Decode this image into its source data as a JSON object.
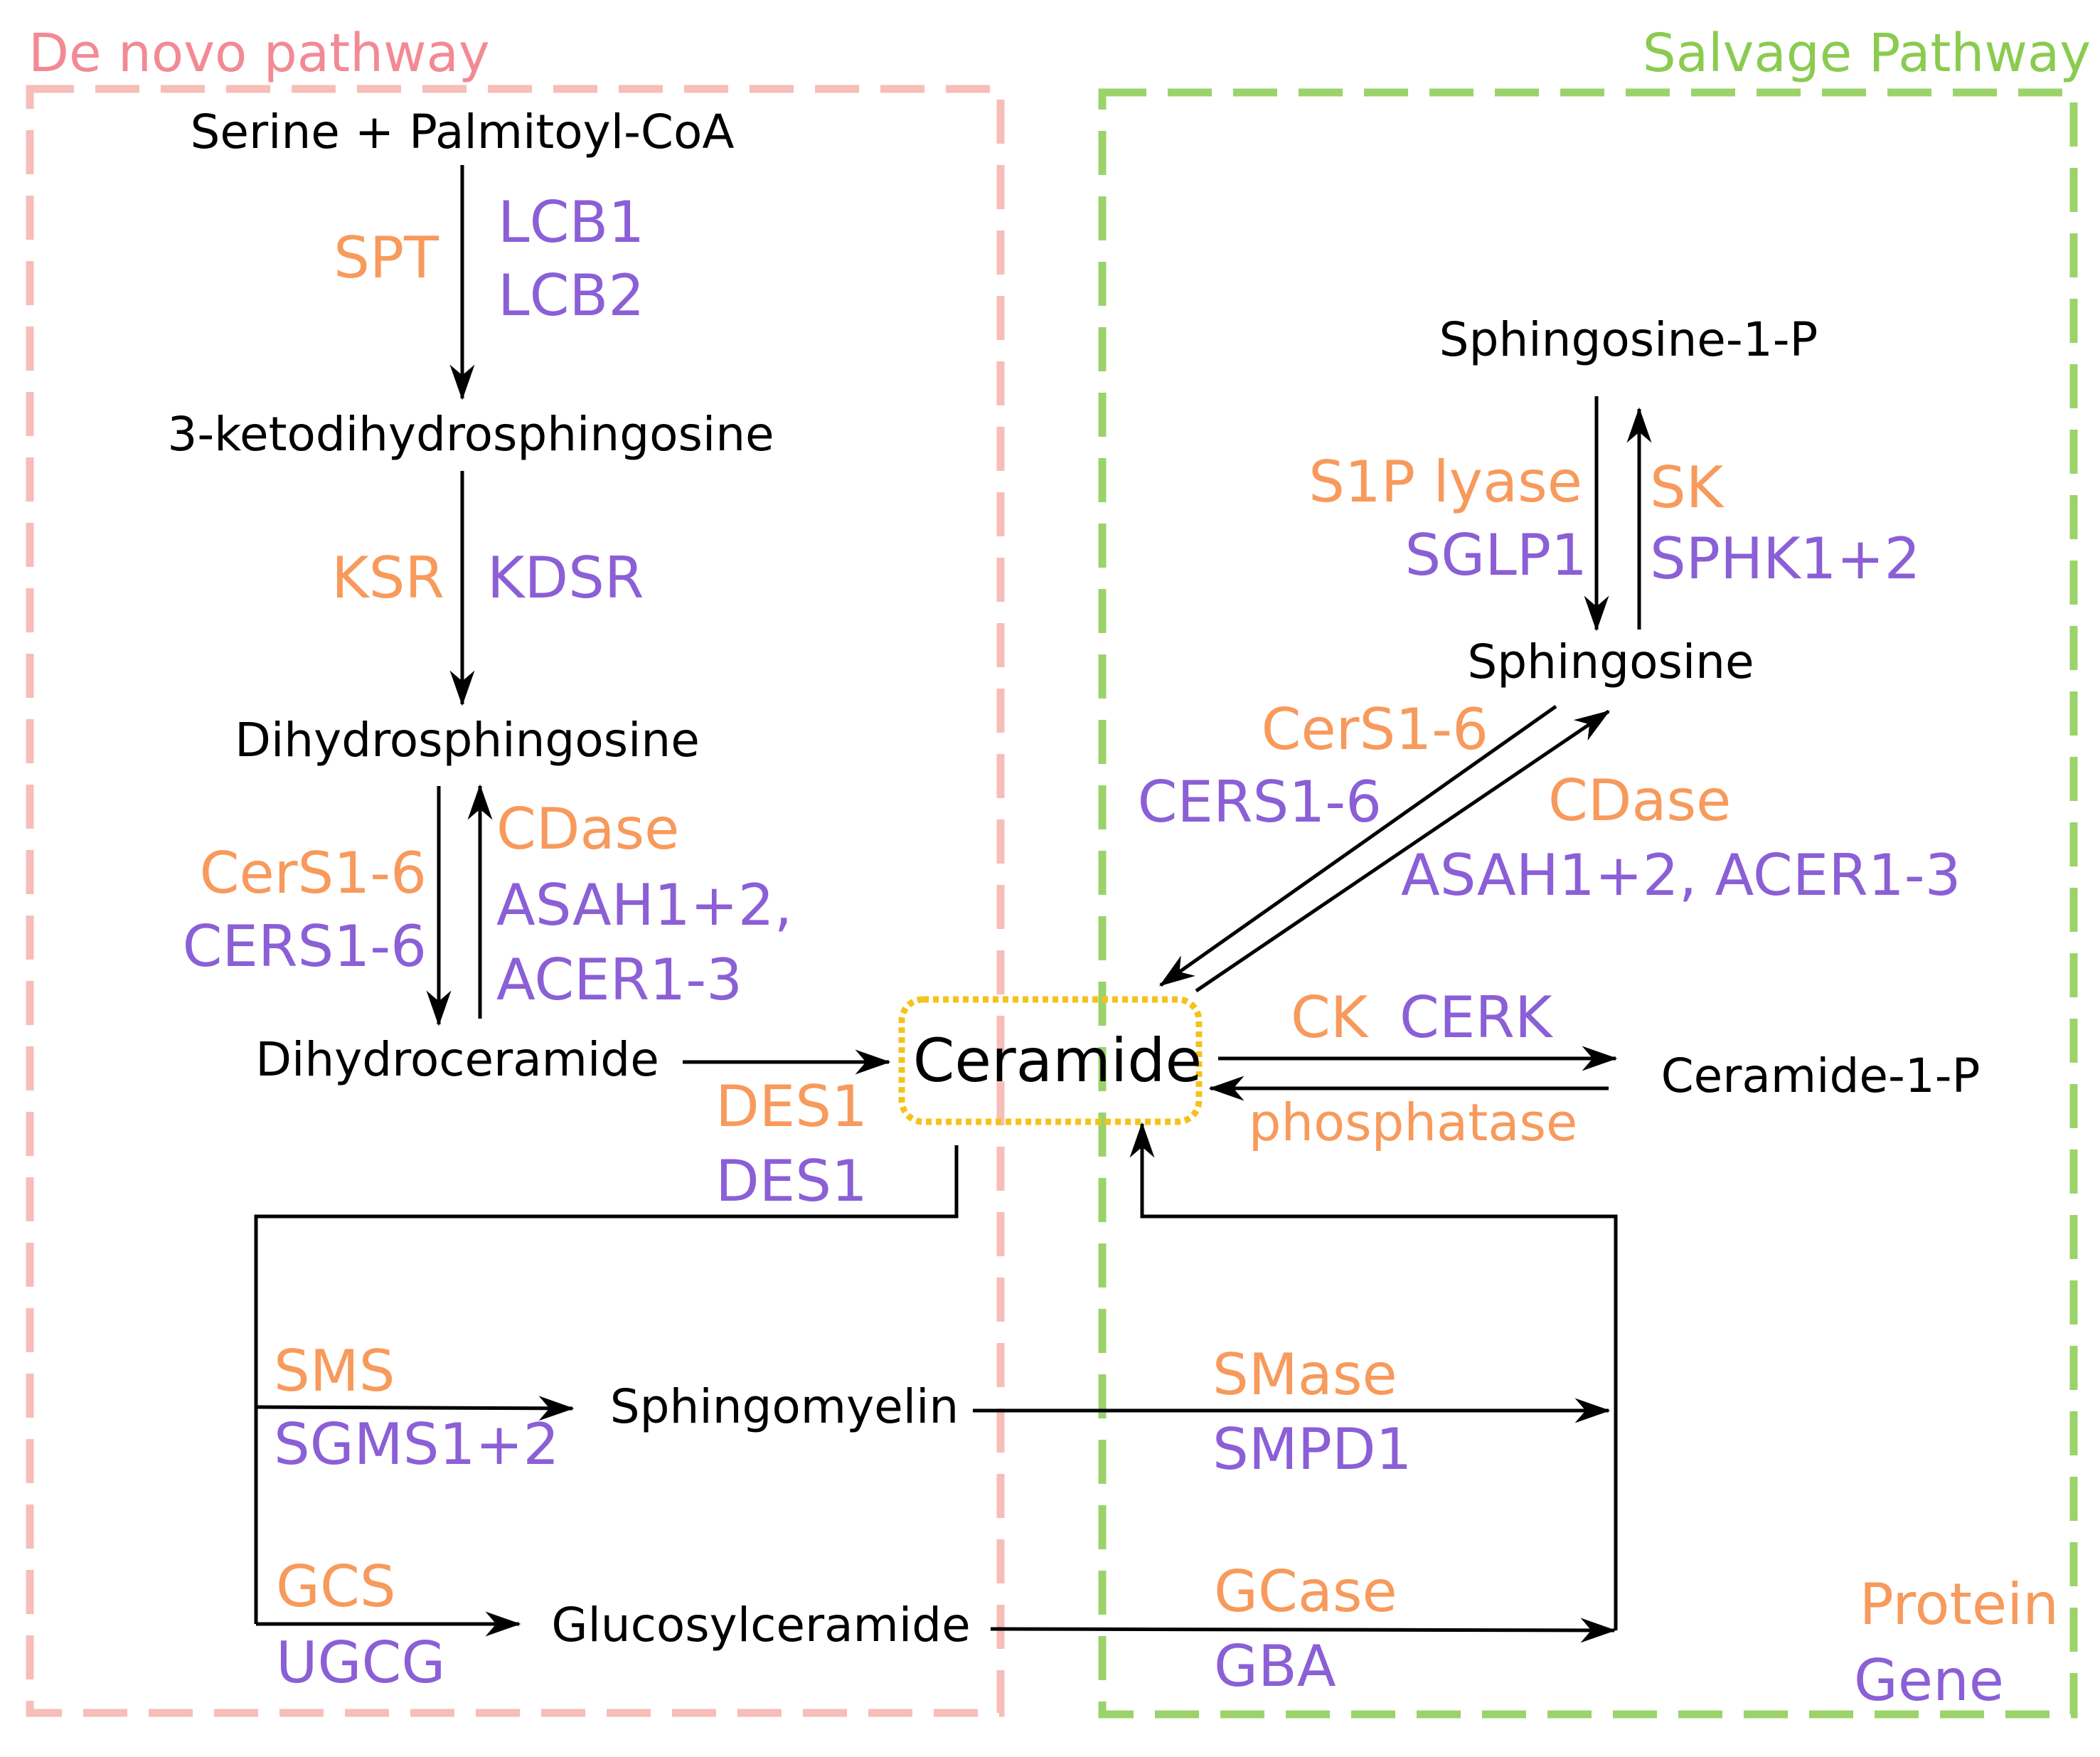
{
  "colors": {
    "protein": "#F79A5C",
    "gene": "#8B5FD6",
    "denovo": "#F7BDB8",
    "denovo_title": "#F28A94",
    "salvage": "#9BD36A",
    "salvage_title": "#8ACB50",
    "ceramide_box": "#F5C21B"
  },
  "titles": {
    "denovo": "De novo pathway",
    "salvage": "Salvage Pathway"
  },
  "metabolites": {
    "serine_palmitoyl": "Serine + Palmitoyl-CoA",
    "ketodihydro": "3-ketodihydrosphingosine",
    "dihydrosphingosine": "Dihydrosphingosine",
    "dihydroceramide": "Dihydroceramide",
    "ceramide": "Ceramide",
    "sphingosine_1p": "Sphingosine-1-P",
    "sphingosine": "Sphingosine",
    "ceramide_1p": "Ceramide-1-P",
    "sphingomyelin": "Sphingomyelin",
    "glucosylceramide": "Glucosylceramide"
  },
  "enzymes": {
    "spt": {
      "protein": "SPT",
      "gene1": "LCB1",
      "gene2": "LCB2"
    },
    "ksr": {
      "protein": "KSR",
      "gene": "KDSR"
    },
    "cers_left": {
      "protein": "CerS1-6",
      "gene": "CERS1-6"
    },
    "cdase_left": {
      "protein": "CDase",
      "gene1": "ASAH1+2,",
      "gene2": "ACER1-3"
    },
    "des1": {
      "protein": "DES1",
      "gene": "DES1"
    },
    "s1p_lyase": {
      "protein": "S1P lyase",
      "gene": "SGLP1"
    },
    "sk": {
      "protein": "SK",
      "gene": "SPHK1+2"
    },
    "cers_right": {
      "protein": "CerS1-6",
      "gene": "CERS1-6"
    },
    "cdase_right": {
      "protein": "CDase",
      "gene": "ASAH1+2, ACER1-3"
    },
    "ck": {
      "protein": "CK",
      "gene": "CERK"
    },
    "phosphatase": {
      "protein": "phosphatase"
    },
    "sms": {
      "protein": "SMS",
      "gene": "SGMS1+2"
    },
    "gcs": {
      "protein": "GCS",
      "gene": "UGCG"
    },
    "smase": {
      "protein": "SMase",
      "gene": "SMPD1"
    },
    "gcase": {
      "protein": "GCase",
      "gene": "GBA"
    }
  },
  "legend": {
    "protein": "Protein",
    "gene": "Gene"
  }
}
